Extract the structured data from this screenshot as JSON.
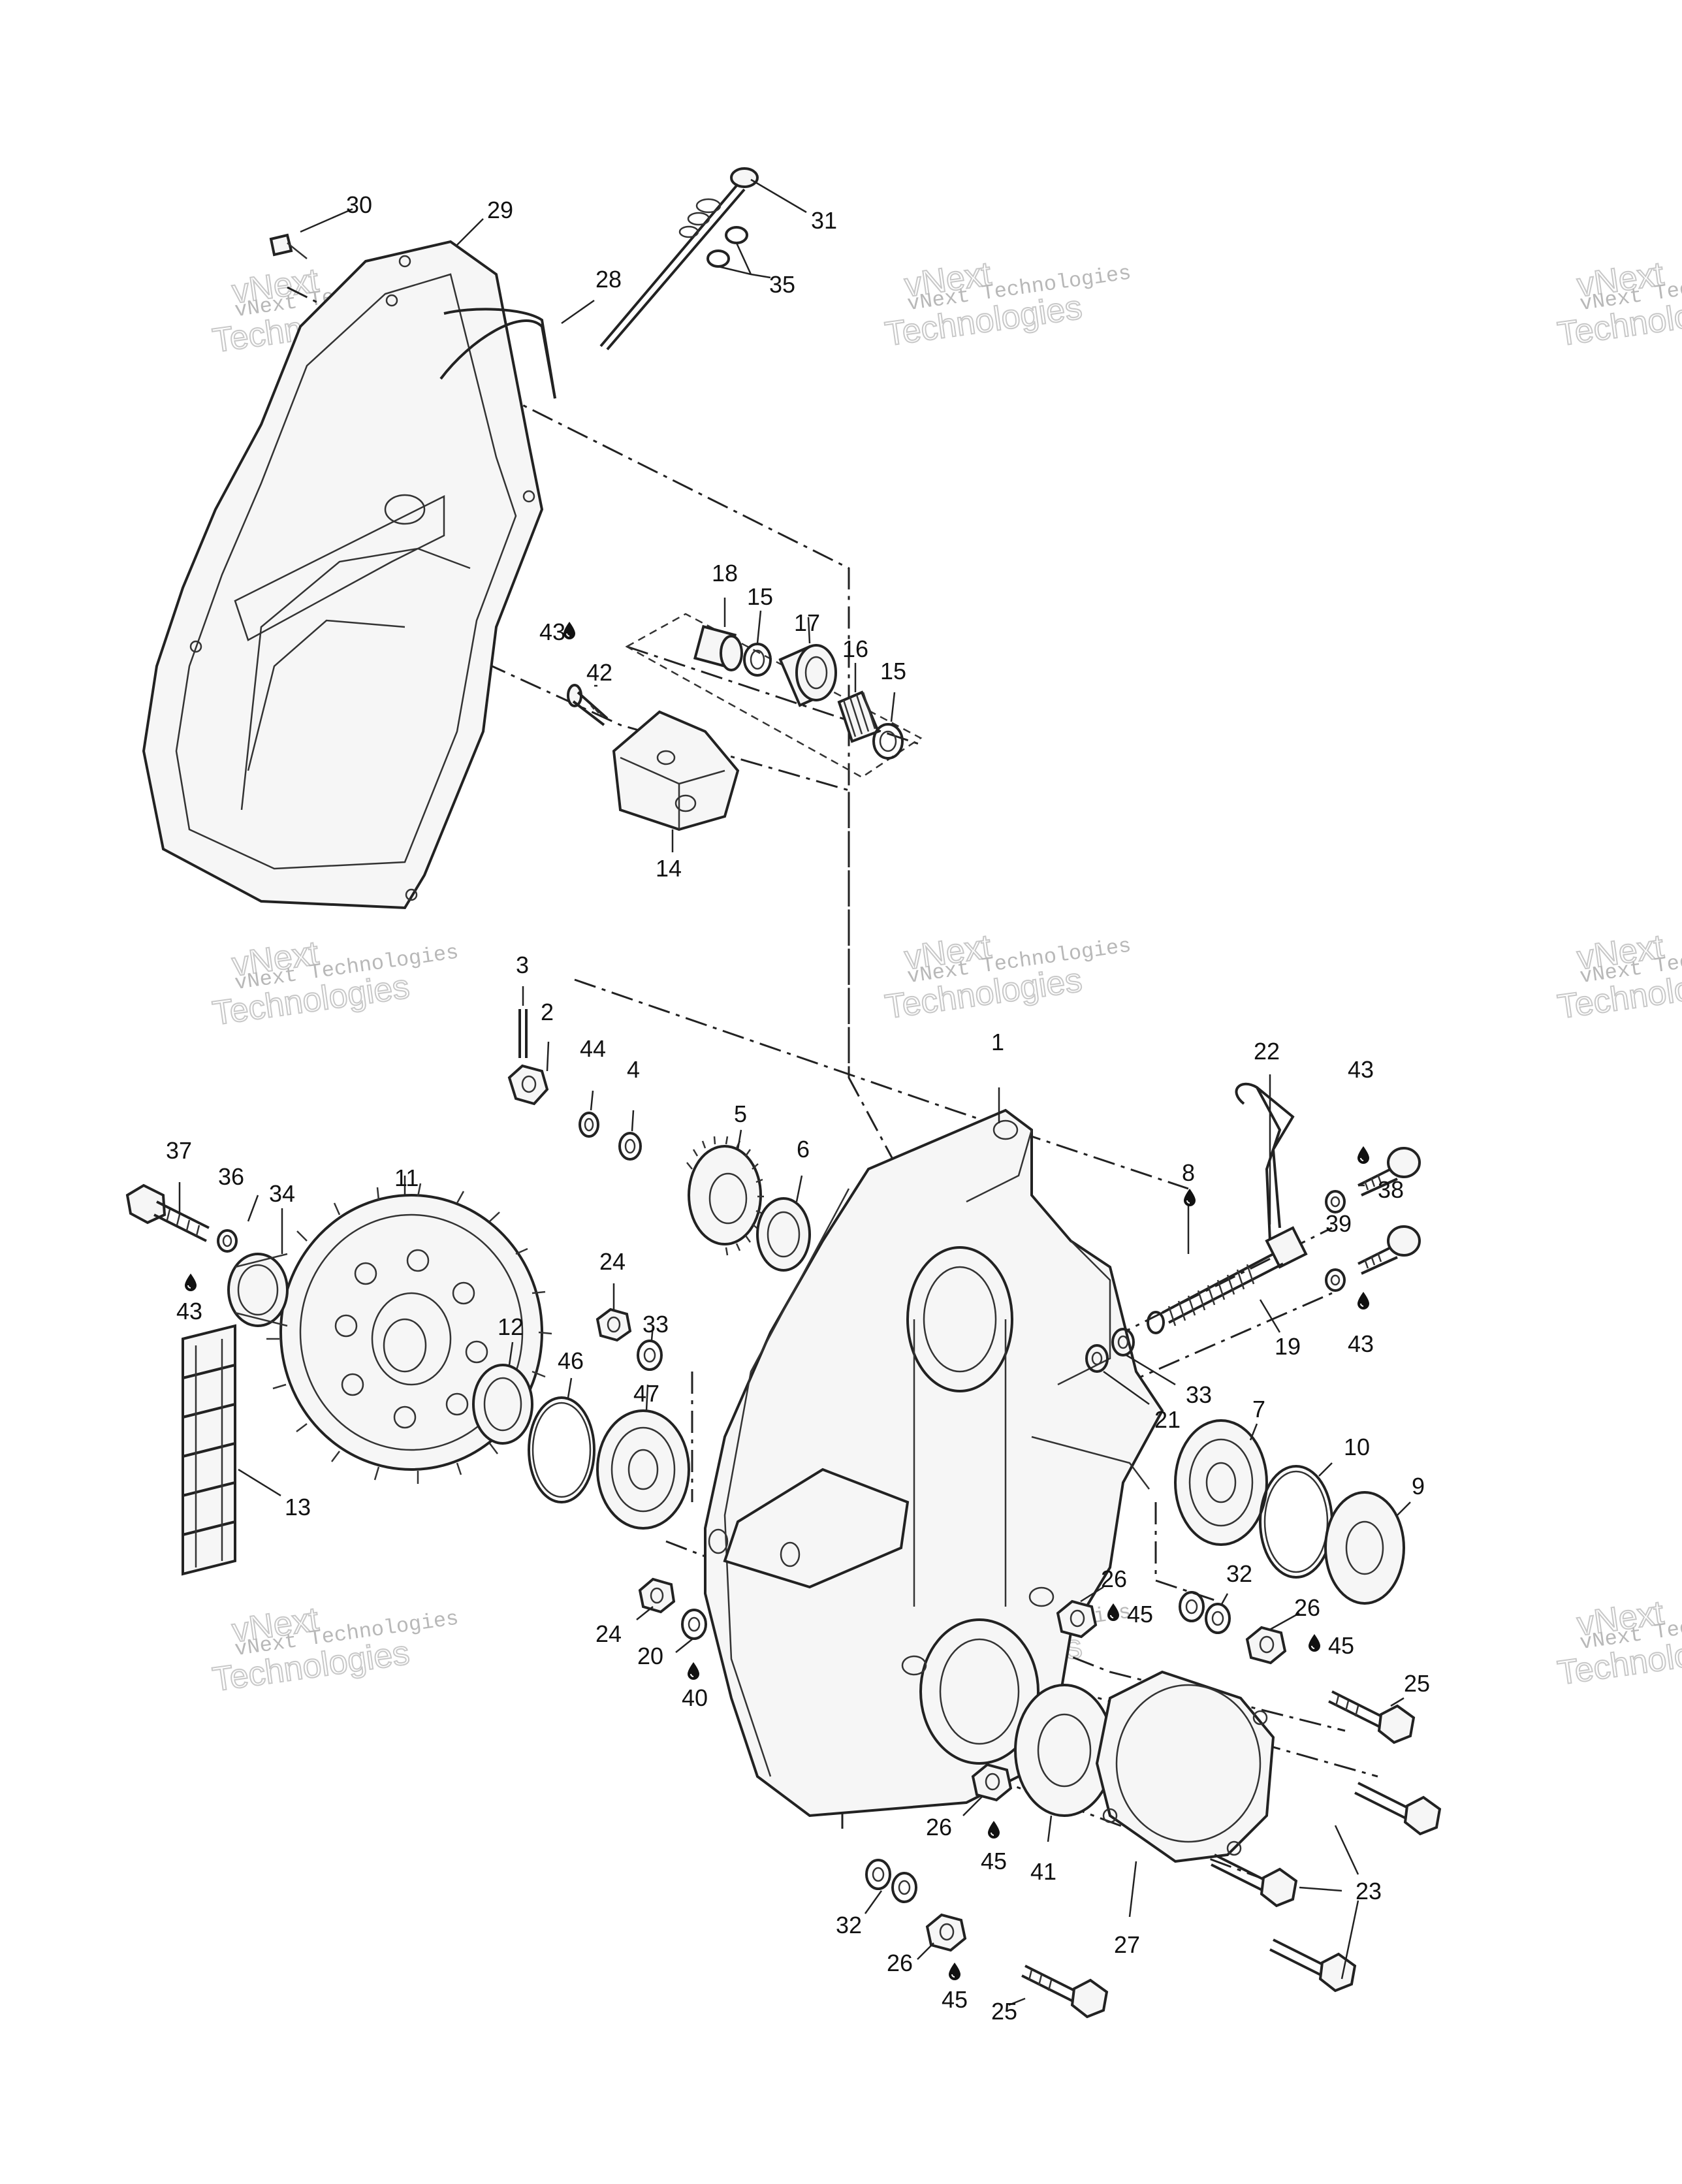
{
  "watermark": {
    "line1": "vNext Technologies",
    "line2": "vNext",
    "line3": "Technologies"
  },
  "callouts": {
    "p1": "1",
    "p2": "2",
    "p3": "3",
    "p4": "4",
    "p5": "5",
    "p6": "6",
    "p7": "7",
    "p8": "8",
    "p9": "9",
    "p10": "10",
    "p11": "11",
    "p12": "12",
    "p13": "13",
    "p14": "14",
    "p15": "15",
    "p16": "16",
    "p17": "17",
    "p18": "18",
    "p19": "19",
    "p20": "20",
    "p21": "21",
    "p22": "22",
    "p23": "23",
    "p24": "24",
    "p25": "25",
    "p26": "26",
    "p27": "27",
    "p28": "28",
    "p29": "29",
    "p30": "30",
    "p31": "31",
    "p32": "32",
    "p33": "33",
    "p34": "34",
    "p35": "35",
    "p36": "36",
    "p37": "37",
    "p38": "38",
    "p39": "39",
    "p40": "40",
    "p41": "41",
    "p42": "42",
    "p43": "43",
    "p44": "44",
    "p45": "45",
    "p46": "46",
    "p47": "47"
  },
  "icons": {
    "lubricant": "oil-drop-icon"
  },
  "colors": {
    "ink": "#222222",
    "watermark": "#b8b8b8",
    "background": "#ffffff"
  }
}
